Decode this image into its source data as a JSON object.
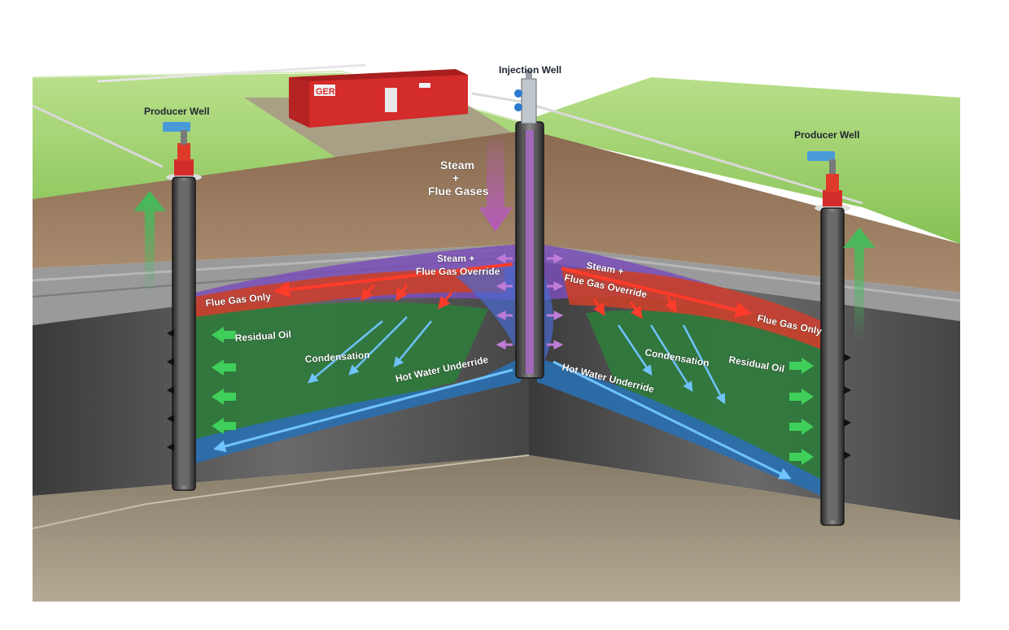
{
  "labels": {
    "producer_left": "Producer Well",
    "producer_right": "Producer Well",
    "injection": "Injection Well",
    "steam_line1": "Steam",
    "steam_line2": "+",
    "steam_line3": "Flue Gases",
    "override_left_1": "Steam +",
    "override_left_2": "Flue Gas Override",
    "override_right_1": "Steam +",
    "override_right_2": "Flue Gas Override",
    "flue_gas_left": "Flue Gas Only",
    "flue_gas_right": "Flue Gas Only",
    "residual_left": "Residual Oil",
    "residual_right": "Residual Oil",
    "condensation_left": "Condensation",
    "condensation_right": "Condensation",
    "hot_water_left": "Hot Water Underride",
    "hot_water_right": "Hot Water Underride",
    "building_logo": "GERI"
  },
  "colors": {
    "grass": "#8fc65a",
    "soil": "#9b7a5e",
    "steam_zone": "#7a4fb8",
    "flue_gas_zone": "#c9402a",
    "oil_zone": "#2f7a3c",
    "water_zone": "#2a6fb0",
    "building": "#d42b2b",
    "production_arrow": "#3fbf5a",
    "injection_arrow": "#b45ab8"
  },
  "icons": [
    "wellhead-icon",
    "building-icon",
    "arrow-icon"
  ]
}
